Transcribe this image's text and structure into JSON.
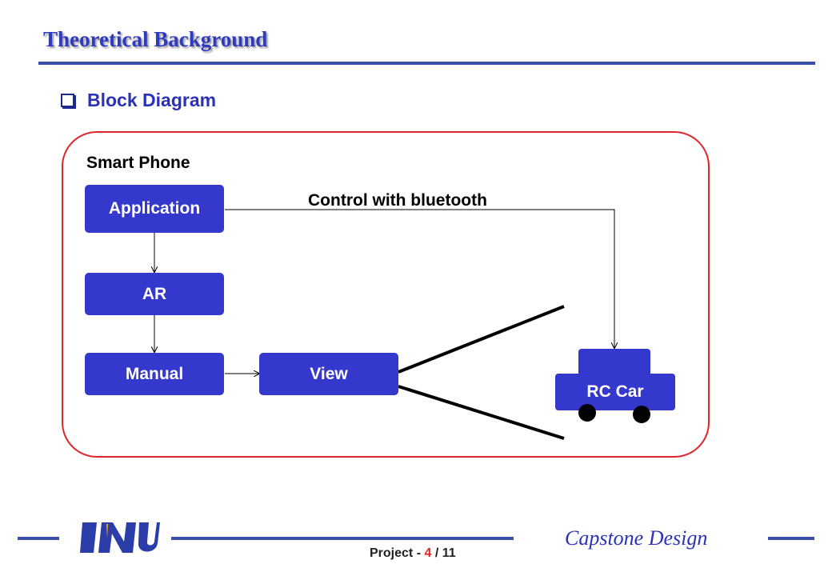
{
  "slide": {
    "title": "Theoretical Background",
    "section": "Block Diagram"
  },
  "diagram": {
    "container_label": "Smart Phone",
    "blocks": {
      "application": "Application",
      "ar": "AR",
      "manual": "Manual",
      "view": "View",
      "rc_car": "RC Car"
    },
    "edge_label": "Control with bluetooth",
    "edges": [
      {
        "from": "Application",
        "to": "AR"
      },
      {
        "from": "AR",
        "to": "Manual"
      },
      {
        "from": "Manual",
        "to": "View"
      },
      {
        "from": "Application",
        "to": "RC Car",
        "label": "Control with bluetooth"
      }
    ]
  },
  "footer": {
    "logo_text": "INU",
    "course": "Capstone Design",
    "page_prefix": "Project - ",
    "page_current": "4",
    "page_separator": " / ",
    "page_total": "11"
  },
  "colors": {
    "block_fill": "#3438cc",
    "container_border": "#e0242a",
    "title": "#2f3bbf",
    "rule": "#3a4fa8"
  }
}
